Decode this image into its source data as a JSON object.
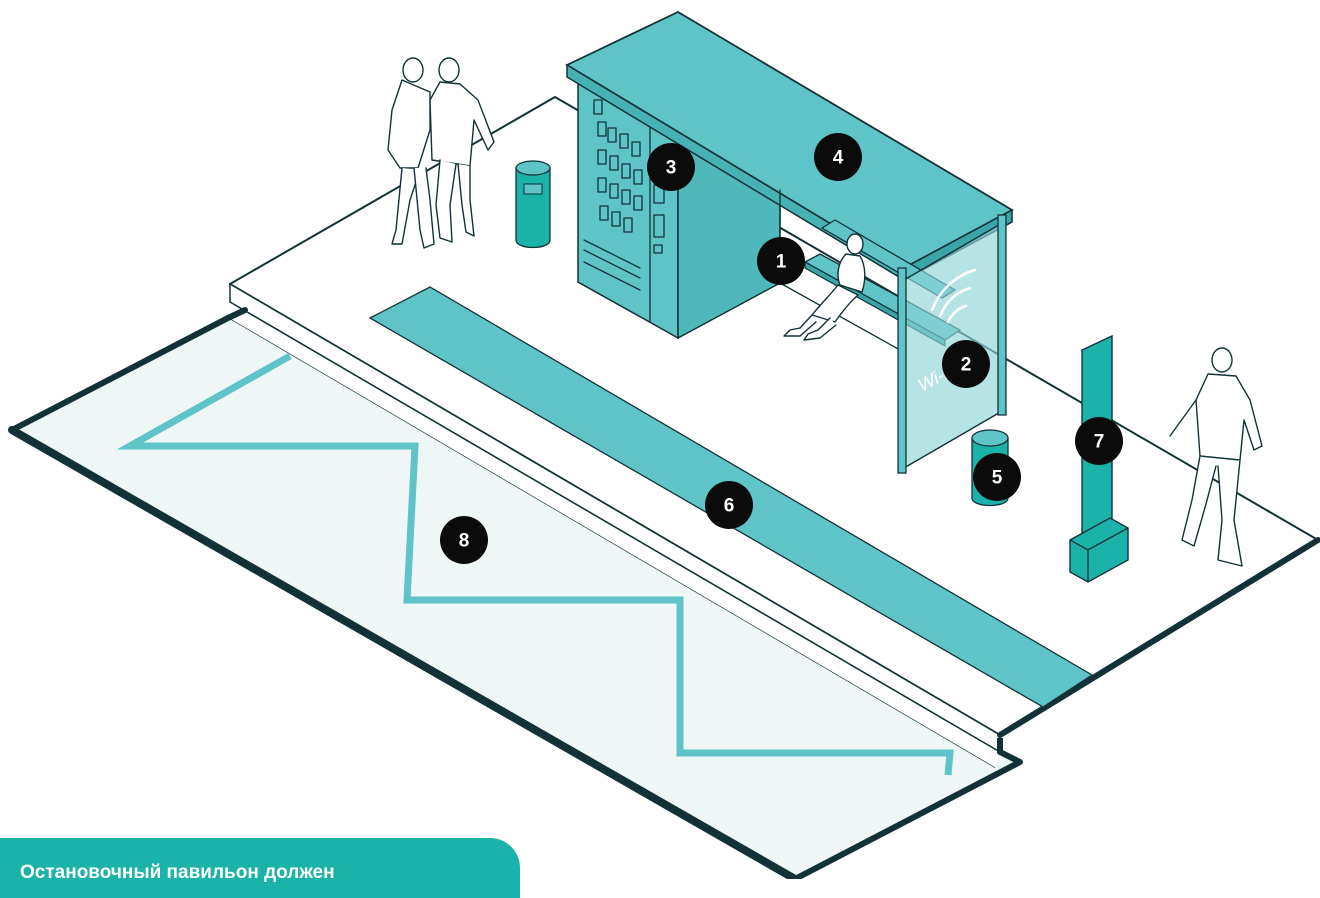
{
  "colors": {
    "teal": "#1bb3a9",
    "shelter_teal": "#5ec4c7",
    "dark_teal": "#0a7f76",
    "outline": "#123238",
    "road_fill": "#eef7f5",
    "marker": "#0b0b0b"
  },
  "markers": [
    {
      "label": "1",
      "target": "bench-seating"
    },
    {
      "label": "2",
      "target": "wifi-glass-panel"
    },
    {
      "label": "3",
      "target": "vending-kiosk"
    },
    {
      "label": "4",
      "target": "shelter-roof"
    },
    {
      "label": "5",
      "target": "trash-bin"
    },
    {
      "label": "6",
      "target": "tactile-strip"
    },
    {
      "label": "7",
      "target": "info-stela"
    },
    {
      "label": "8",
      "target": "bus-stop-zigzag-marking"
    }
  ],
  "wifi_label": "Wi-Fi",
  "caption": "Остановочный павильон должен"
}
